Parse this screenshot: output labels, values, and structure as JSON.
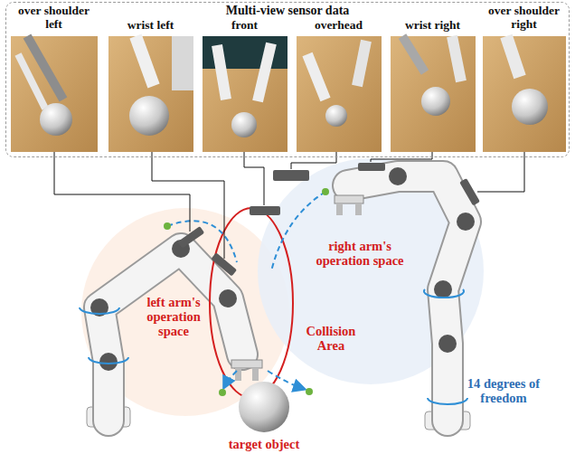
{
  "diagram": {
    "nodes": [
      {
        "text": [
          "Multi-view sensor data"
        ]
      },
      {
        "text": [
          "over shoulder left"
        ],
        "in": 0
      },
      {
        "text": [
          "wrist left"
        ],
        "in": 0
      },
      {
        "text": [
          "front"
        ],
        "in": 0
      },
      {
        "text": [
          "overhead"
        ],
        "in": 0
      },
      {
        "text": [
          "wrist right"
        ],
        "in": 0
      },
      {
        "text": [
          "over shoulder right"
        ],
        "in": 0
      }
    ],
    "labels": [
      "left arm's operation space",
      "right arm's operation space",
      "Collision Area",
      "14 degrees of freedom",
      "target object"
    ]
  }
}
